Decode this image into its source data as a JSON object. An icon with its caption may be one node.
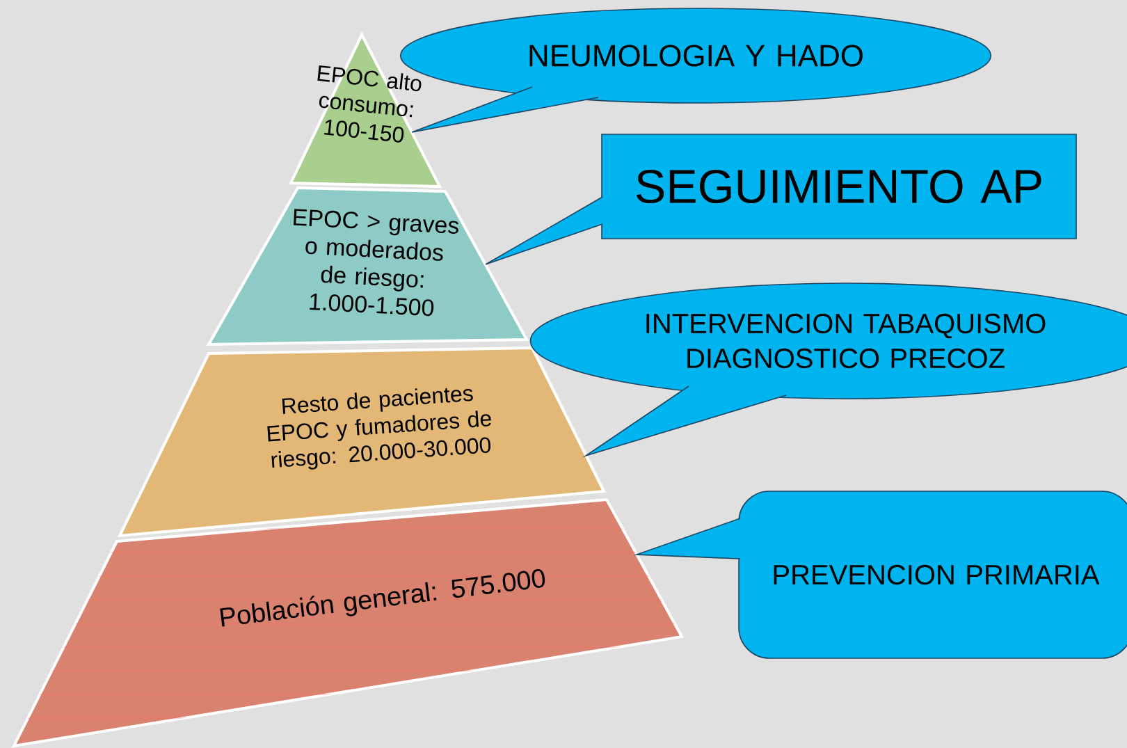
{
  "diagram": {
    "nodes": [
      {
        "text": [
          "EPOC alto consumo: 100-150"
        ]
      },
      {
        "text": [
          "EPOC > graves o moderados de riesgo: 1.000-1.500"
        ]
      },
      {
        "text": [
          "Resto de pacientes EPOC y fumadores de riesgo: 20.000-30.000"
        ]
      },
      {
        "text": [
          "Población general: 575.000"
        ]
      },
      {
        "text": [
          "NEUMOLOGIA Y HADO"
        ]
      },
      {
        "text": [
          "SEGUIMIENTO AP"
        ]
      },
      {
        "text": [
          "INTERVENCION TABAQUISMO DIAGNOSTICO PRECOZ"
        ]
      },
      {
        "text": [
          "PREVENCION PRIMARIA"
        ]
      }
    ]
  }
}
